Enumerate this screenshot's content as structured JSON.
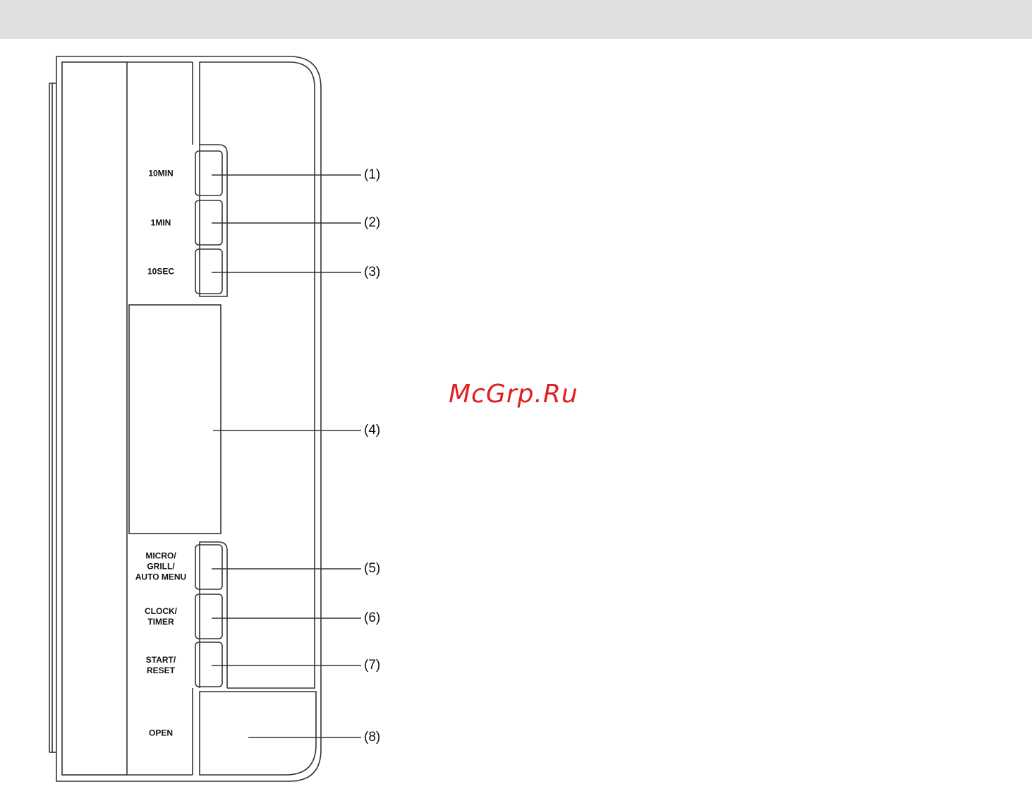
{
  "watermark": "McGrp.Ru",
  "colors": {
    "outline": "#333333",
    "watermark": "#e02020",
    "topbar": "#e0e0e0"
  },
  "buttons": [
    {
      "id": "10min",
      "label": "10MIN",
      "callout": "(1)"
    },
    {
      "id": "1min",
      "label": "1MIN",
      "callout": "(2)"
    },
    {
      "id": "10sec",
      "label": "10SEC",
      "callout": "(3)"
    },
    {
      "id": "micro-grill-auto-menu",
      "label": "MICRO/\nGRILL/\nAUTO MENU",
      "callout": "(5)"
    },
    {
      "id": "clock-timer",
      "label": "CLOCK/\nTIMER",
      "callout": "(6)"
    },
    {
      "id": "start-reset",
      "label": "START/\nRESET",
      "callout": "(7)"
    },
    {
      "id": "open",
      "label": "OPEN",
      "callout": "(8)"
    }
  ],
  "display": {
    "callout": "(4)"
  }
}
